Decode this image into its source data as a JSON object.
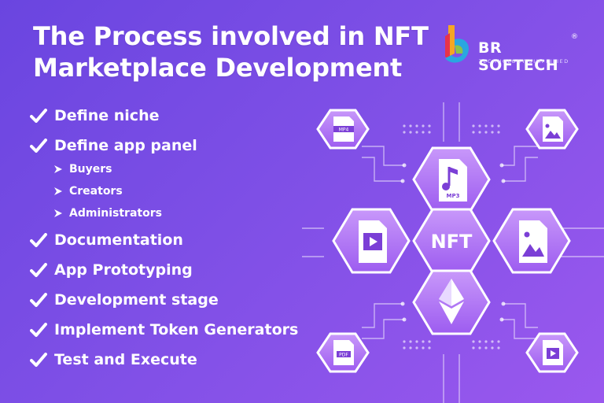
{
  "title": {
    "line1": "The Process involved in NFT",
    "line2": "Marketplace Development"
  },
  "logo": {
    "name": "BR SOFTECH",
    "registered": "®",
    "tagline": "TECHNOLOGY SIMPLIFIED"
  },
  "steps": [
    "Define niche",
    "Define app panel",
    "Documentation",
    "App Prototyping",
    "Development stage",
    "Implement Token Generators",
    "Test and Execute"
  ],
  "subitems": [
    "Buyers",
    "Creators",
    "Administrators"
  ],
  "graphic": {
    "center_label": "NFT",
    "mp4_label": "MP4",
    "mp3_label": "MP3",
    "pdf_label": "PDF",
    "icons": [
      "mp4-file-icon",
      "image-file-icon",
      "mp3-music-icon",
      "video-file-icon",
      "image-file-icon",
      "ethereum-icon",
      "pdf-file-icon",
      "video-file-icon"
    ]
  },
  "colors": {
    "background_start": "#6a45e0",
    "background_end": "#9a58ee",
    "hex_fill": "#b77cf4",
    "hex_border": "#ffffff",
    "icon_accent": "#7b3fd6"
  }
}
